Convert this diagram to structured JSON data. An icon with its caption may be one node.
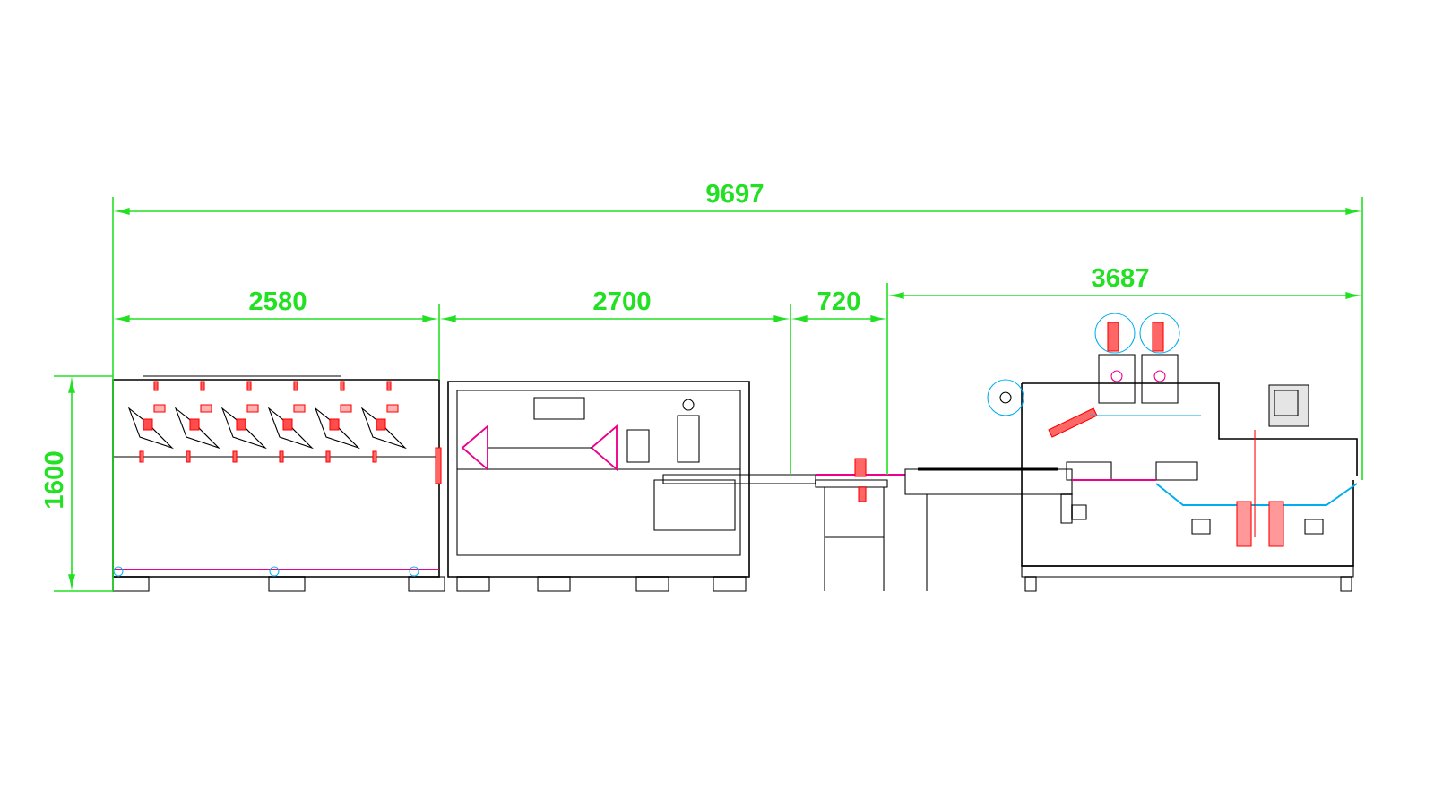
{
  "diagram": {
    "labels": [
      "9697",
      "2580",
      "2700",
      "720",
      "3687",
      "1600"
    ]
  }
}
